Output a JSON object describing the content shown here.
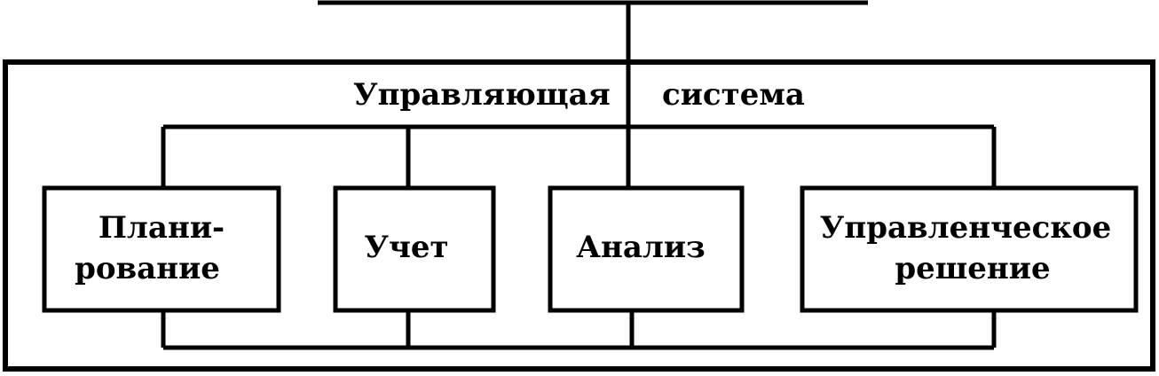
{
  "system": {
    "title_left": "Управляющая",
    "title_right": "система"
  },
  "boxes": [
    {
      "id": "planning",
      "lines": [
        "Плани-",
        "рование"
      ]
    },
    {
      "id": "accounting",
      "lines": [
        "Учет"
      ]
    },
    {
      "id": "analysis",
      "lines": [
        "Анализ"
      ]
    },
    {
      "id": "decision",
      "lines": [
        "Управленческое",
        "решение"
      ]
    }
  ],
  "colors": {
    "ink": "#000000",
    "paper": "#ffffff"
  }
}
